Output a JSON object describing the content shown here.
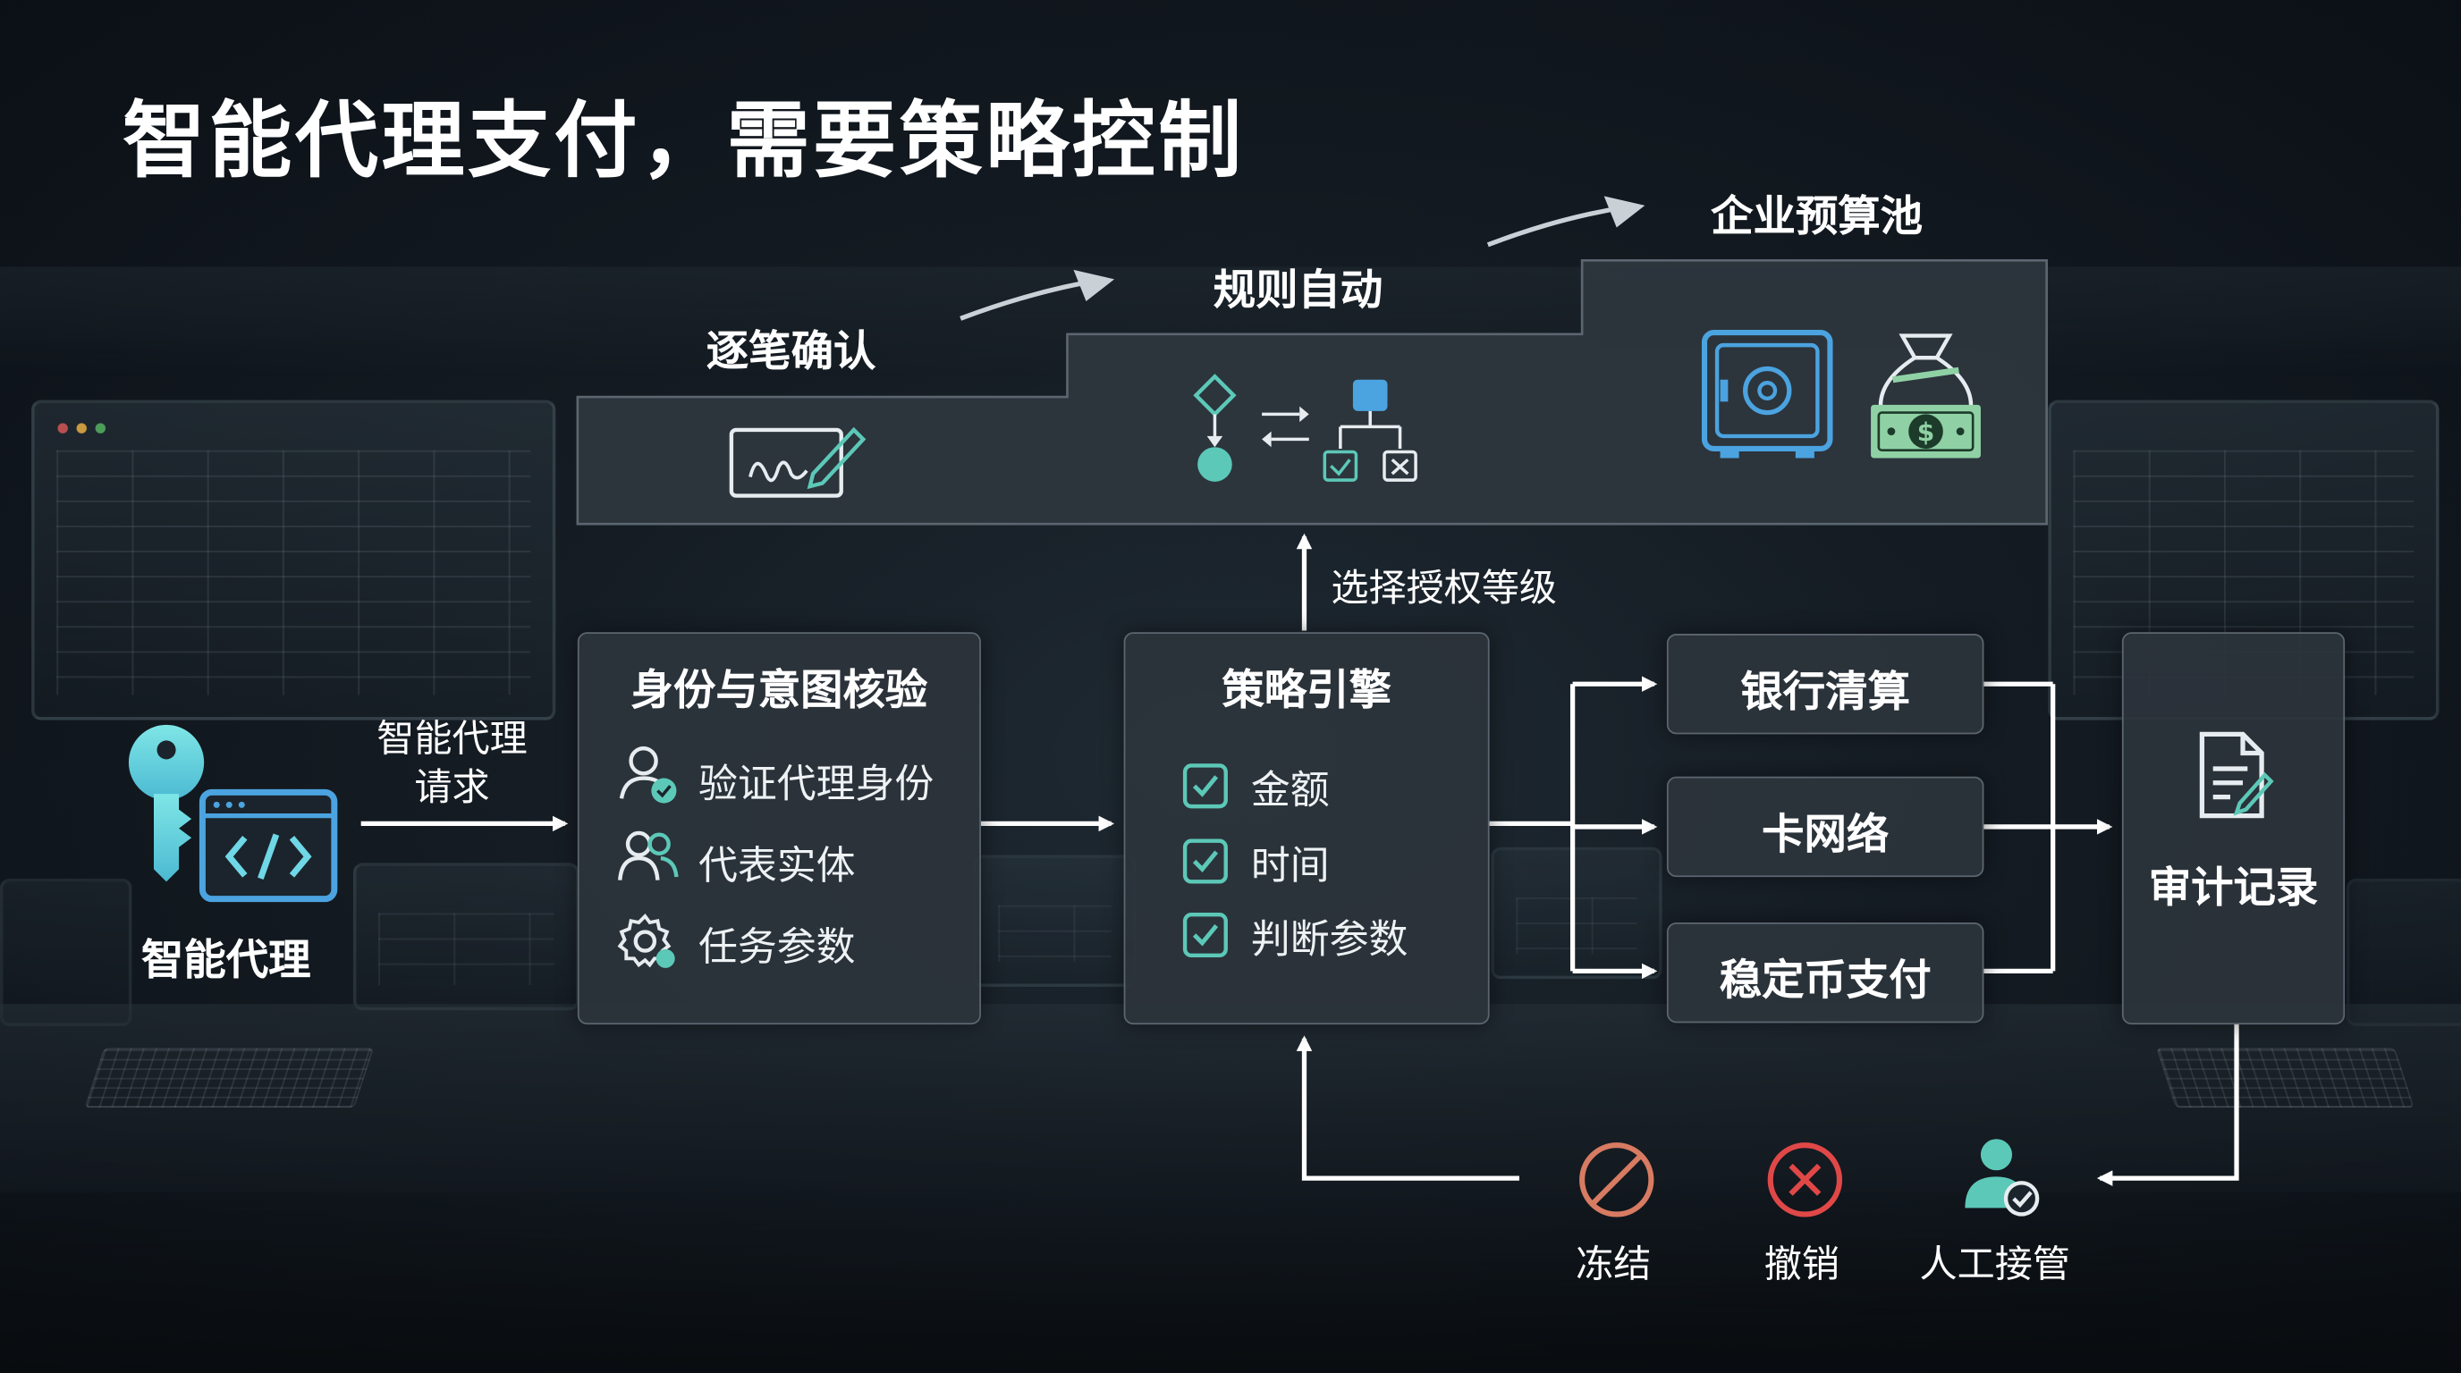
{
  "title": "智能代理支付，需要策略控制",
  "agent": {
    "label": "智能代理",
    "request_label": "智能代理请求"
  },
  "tiers": {
    "per_tx": "逐笔确认",
    "rules": "规则自动",
    "pool": "企业预算池"
  },
  "select_auth_label": "选择授权等级",
  "identity": {
    "title": "身份与意图核验",
    "items": [
      "验证代理身份",
      "代表实体",
      "任务参数"
    ]
  },
  "policy": {
    "title": "策略引擎",
    "items": [
      "金额",
      "时间",
      "判断参数"
    ]
  },
  "rails": {
    "bank": "银行清算",
    "card": "卡网络",
    "stablecoin": "稳定币支付"
  },
  "audit": {
    "title": "审计记录"
  },
  "controls": {
    "freeze": "冻结",
    "revoke": "撤销",
    "takeover": "人工接管"
  },
  "colors": {
    "accent_teal": "#5cc8b8",
    "accent_blue": "#4ba3e0",
    "accent_cyan": "#6fd7e6",
    "danger_red": "#e04848",
    "freeze_orange": "#d77b62",
    "money_green": "#8fd1a4"
  }
}
